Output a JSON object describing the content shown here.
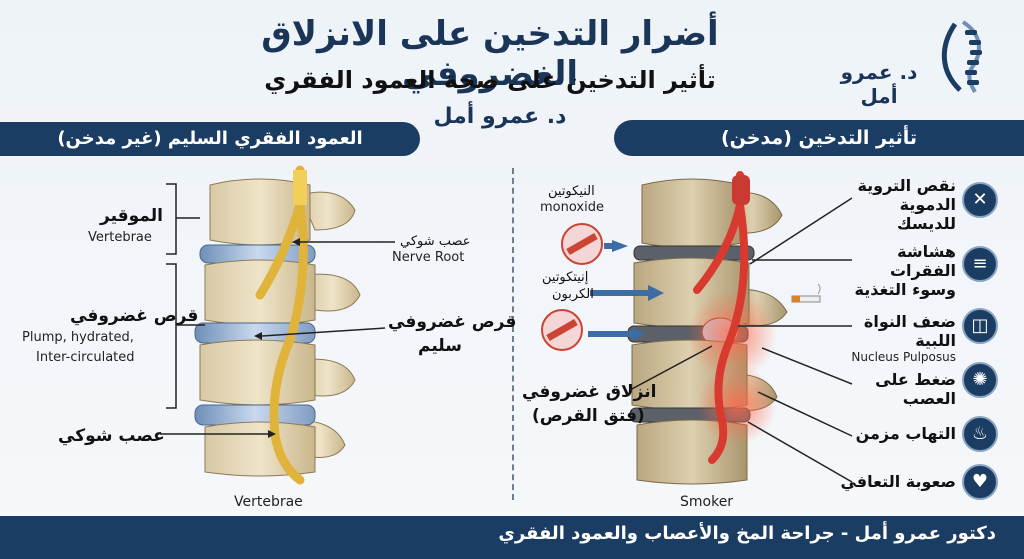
{
  "header": {
    "title": "أضرار التدخين على الانزلاق الغضروفي",
    "subtitle": "تأثير التدخين على صحة العمود الفقري",
    "author": "د. عمرو أمل",
    "logo_text": "د. عمرو أمل"
  },
  "left_panel": {
    "heading": "العمود الفقري السليم (غير مدخن)",
    "labels": {
      "vertebrae_ar": "الموقير",
      "vertebrae_en": "Vertebrae",
      "disc_ar": "قرص غضروفي",
      "disc_en_1": "Plump, hydrated,",
      "disc_en_2": "Inter-circulated",
      "nerve_ar": "عصب شوكي",
      "nerve_root_ar": "عصب شوكي",
      "nerve_root_en": "Nerve Root",
      "healthy_disc_ar_1": "قرص غضروفي",
      "healthy_disc_ar_2": "سليم"
    },
    "caption": "Vertebrae"
  },
  "right_panel": {
    "heading": "تأثير التدخين (مدخن)",
    "labels": {
      "nicotine_ar": "النيكوتين",
      "nicotine_en": "monoxide",
      "co_ar_1": "إنيتكوتين",
      "co_ar_2": "الكربون",
      "herniation_ar_1": "انزلاق غضروفي",
      "herniation_ar_2": "(فتق القرص)"
    },
    "caption": "Smoker",
    "effects": [
      {
        "line1": "نقص التروية",
        "line2": "الدموية للديسك",
        "icon": "x-vessel-icon",
        "glyph": "✕"
      },
      {
        "line1": "هشاشة الفقرات",
        "line2": "وسوء التغذية",
        "icon": "spine-icon",
        "glyph": "≡"
      },
      {
        "line1": "ضعف النواة اللبية",
        "line2": "Nucleus Pulposus",
        "icon": "disc-icon",
        "glyph": "◫"
      },
      {
        "line1": "ضغط على العصب",
        "line2": "",
        "icon": "burst-icon",
        "glyph": "✺"
      },
      {
        "line1": "التهاب مزمن",
        "line2": "",
        "icon": "flame-icon",
        "glyph": "♨"
      },
      {
        "line1": "صعوبة التعافي",
        "line2": "",
        "icon": "hand-heart-icon",
        "glyph": "♥"
      }
    ]
  },
  "footer": {
    "text": "دكتور عمرو أمل - جراحة المخ والأعصاب والعمود الفقري"
  }
}
